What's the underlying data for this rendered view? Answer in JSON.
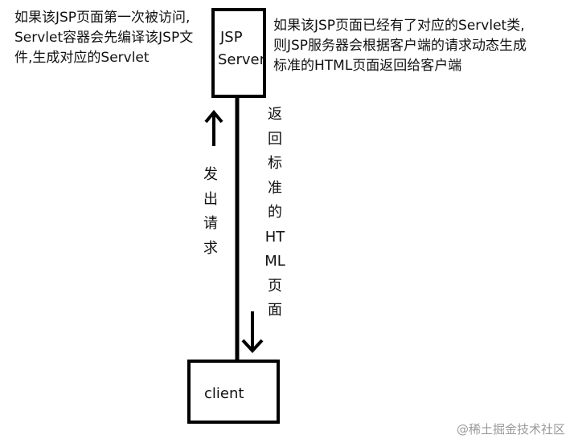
{
  "notes": {
    "left_lines": [
      "如果该JSP页面第一次被访问,",
      "Servlet容器会先编译该JSP文",
      "件,生成对应的Servlet"
    ],
    "right_lines": [
      "如果该JSP页面已经有了对应的Servlet类,",
      "则JSP服务器会根据客户端的请求动态生成",
      "标准的HTML页面返回给客户端"
    ]
  },
  "nodes": {
    "server": {
      "line1": "JSP",
      "line2": "Server"
    },
    "client": {
      "label": "client"
    }
  },
  "edges": {
    "request": {
      "chars": [
        "发",
        "出",
        "请",
        "求"
      ]
    },
    "response": {
      "chars": [
        "返",
        "回",
        "标",
        "准",
        "的",
        "HT",
        "ML",
        "页",
        "面"
      ]
    }
  },
  "watermark": "@稀土掘金技术社区",
  "colors": {
    "stroke": "#000000",
    "text": "#111111",
    "watermark": "#9a9a9a"
  }
}
